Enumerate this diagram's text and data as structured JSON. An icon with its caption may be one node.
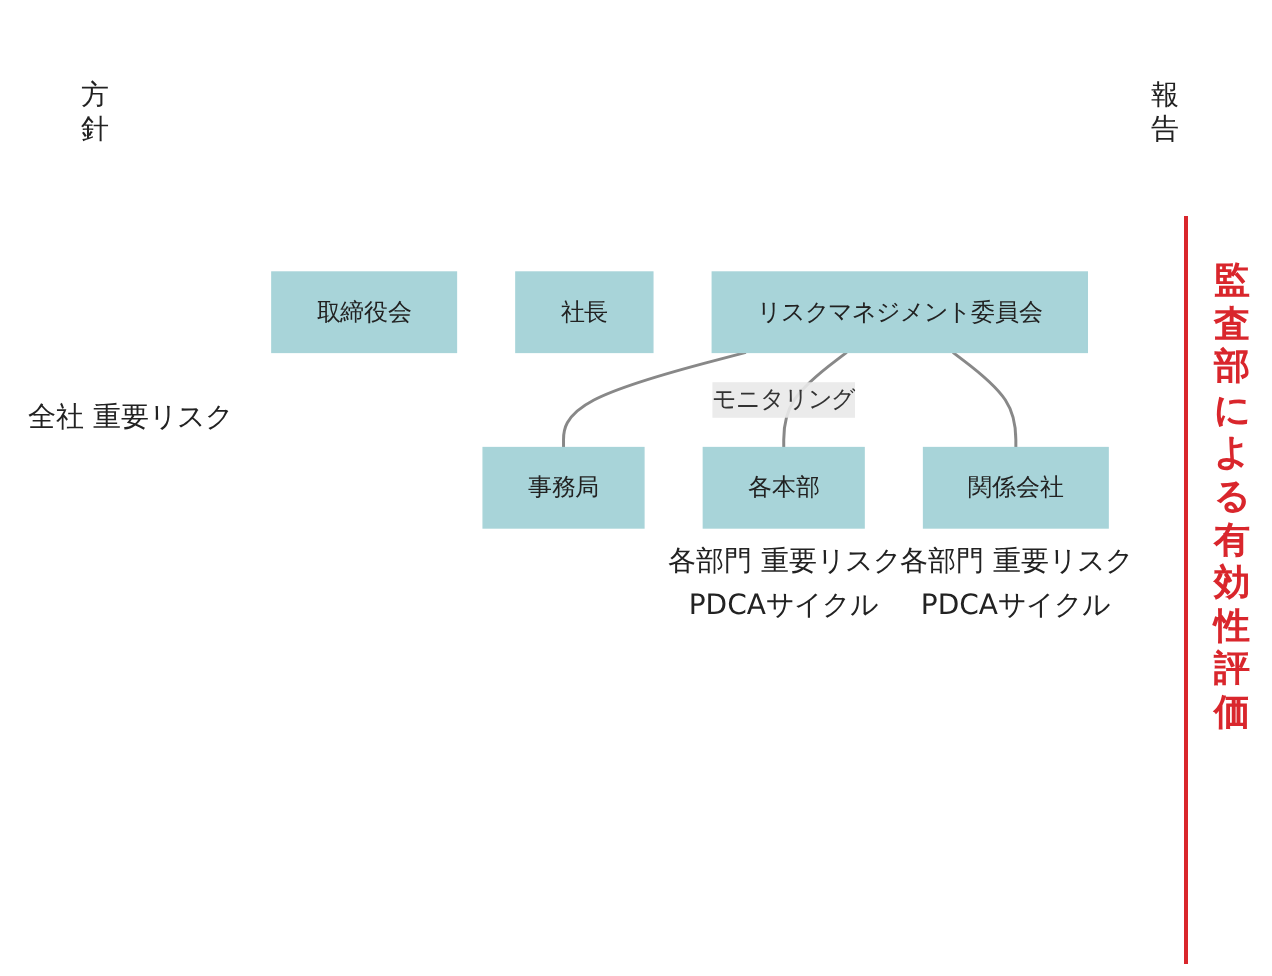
{
  "diagram": {
    "nodes": [
      {
        "text": [
          "取締役会"
        ]
      },
      {
        "text": [
          "社長"
        ]
      },
      {
        "text": [
          "リスクマネジメント委員会"
        ]
      },
      {
        "text": [
          "事務局"
        ]
      },
      {
        "text": [
          "各本部"
        ],
        "beside": [
          "各部門 重要リスク",
          "PDCAサイクル"
        ]
      },
      {
        "text": [
          "関係会社"
        ],
        "beside": [
          "各部門 重要リスク",
          "PDCAサイクル"
        ]
      }
    ],
    "edges": [
      {
        "from": 2,
        "to": 3,
        "arrow": "none"
      },
      {
        "from": 2,
        "to": 4,
        "arrow": "none",
        "label": "モニタリング"
      },
      {
        "from": 2,
        "to": 5,
        "arrow": "none"
      }
    ],
    "labels": [
      "方針",
      "報告",
      "全社 重要リスク",
      "監査部による有効性評価"
    ]
  }
}
